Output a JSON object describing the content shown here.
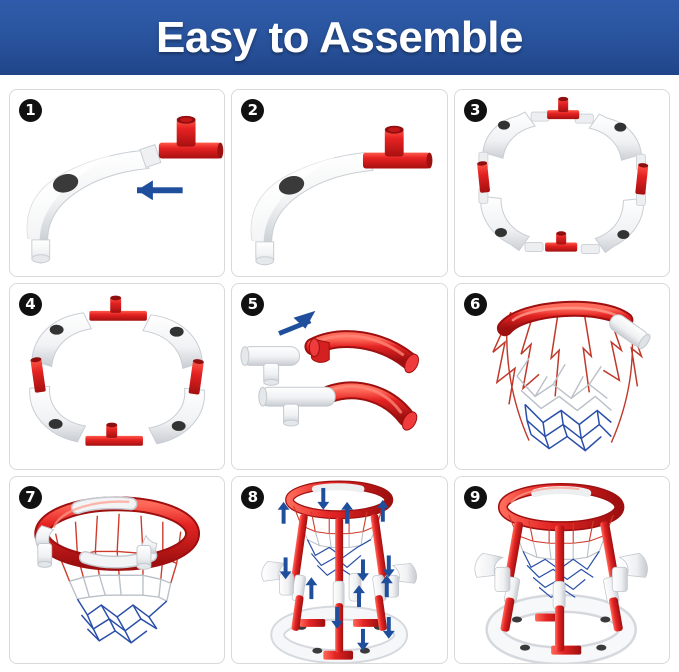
{
  "header": {
    "title": "Easy to Assemble",
    "background_color": "#2a55a0",
    "text_color": "#ffffff"
  },
  "colors": {
    "red": "#e02424",
    "red_dark": "#b01414",
    "white_part": "#f4f4f4",
    "white_part_shade": "#d8dadd",
    "arrow_blue": "#1f4e9c",
    "net_blue": "#2a4fa8",
    "net_red": "#d32f2f",
    "net_white": "#cfd4da",
    "panel_border": "#d9d9d9",
    "badge_bg": "#111111",
    "dot_gray": "#3a3a3a"
  },
  "steps": [
    {
      "number": "1",
      "name": "step-1",
      "alt": "Insert red T-connector into white curved rim segment, arrow pointing left"
    },
    {
      "number": "2",
      "name": "step-2",
      "alt": "Red T-connector fully seated into white curved rim segment"
    },
    {
      "number": "3",
      "name": "step-3",
      "alt": "Four white rim segments laid out with red T-connectors and straight red couplers"
    },
    {
      "number": "4",
      "name": "step-4",
      "alt": "Rim segments joined into a closed ring with red connectors"
    },
    {
      "number": "5",
      "name": "step-5",
      "alt": "Two white T-pieces being slid onto two red curved tubes, arrow pointing up-right"
    },
    {
      "number": "6",
      "name": "step-6",
      "alt": "Net attached to the red and white hoop ring"
    },
    {
      "number": "7",
      "name": "step-7",
      "alt": "Completed hoop with net and two white mounting brackets"
    },
    {
      "number": "8",
      "name": "step-8",
      "alt": "Legs and base assembly with blue direction arrows"
    },
    {
      "number": "9",
      "name": "step-9",
      "alt": "Finished floating basketball hoop on ring base"
    }
  ]
}
